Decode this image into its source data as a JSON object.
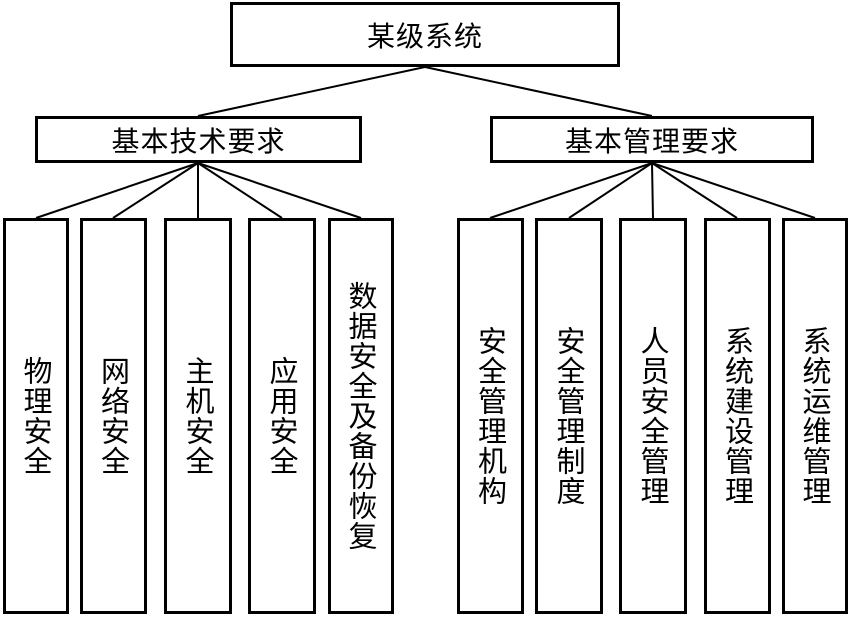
{
  "root": {
    "label": "某级系统"
  },
  "branches": [
    {
      "label": "基本技术要求",
      "children": [
        "物理安全",
        "网络安全",
        "主机安全",
        "应用安全",
        "数据安全及备份恢复"
      ]
    },
    {
      "label": "基本管理要求",
      "children": [
        "安全管理机构",
        "安全管理制度",
        "人员安全管理",
        "系统建设管理",
        "系统运维管理"
      ]
    }
  ],
  "colors": {
    "line": "#000000",
    "box_border": "#000000",
    "background": "#ffffff"
  }
}
